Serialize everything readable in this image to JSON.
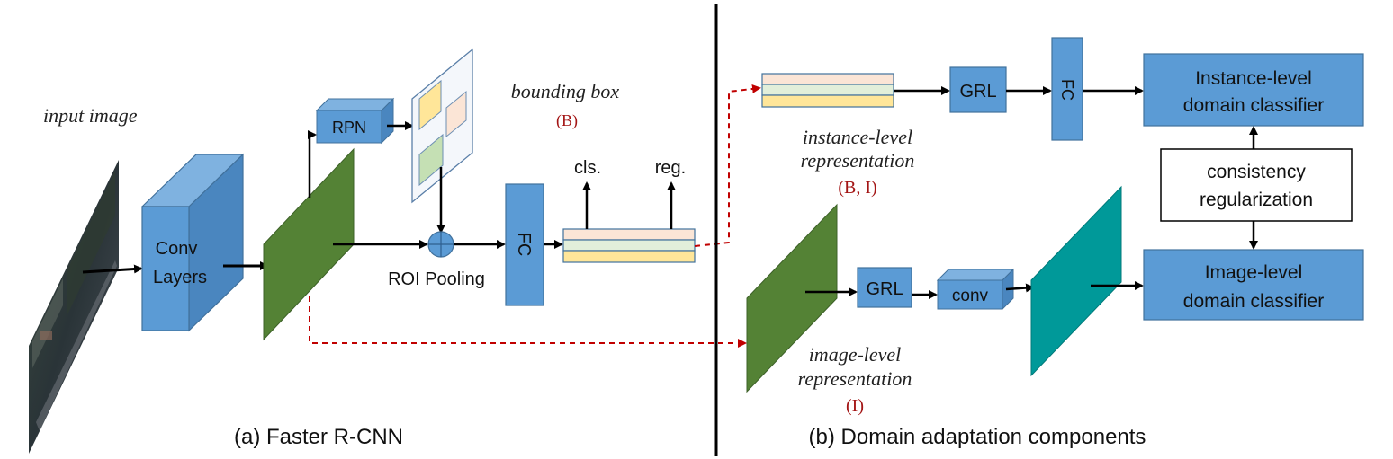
{
  "colors": {
    "block_blue": "#5b9bd5",
    "block_blue_top": "#7fb2e0",
    "block_blue_side": "#4a86bf",
    "block_border": "#41719c",
    "feature_green": "#548235",
    "feature_teal": "#009999",
    "dashed_red": "#c00000",
    "label_red": "#a31515",
    "stripe_pink": "#fbe5d6",
    "stripe_green": "#e2efda",
    "stripe_yellow": "#ffe699",
    "roi_yellow": "#ffe699",
    "roi_pink": "#fbe5d6",
    "roi_green": "#c5e0b4"
  },
  "faster_rcnn": {
    "input_label": "input image",
    "conv_line1": "Conv",
    "conv_line2": "Layers",
    "rpn_label": "RPN",
    "bbox_label": "bounding box",
    "bbox_tag": "(B)",
    "roi_pooling_label": "ROI Pooling",
    "fc_label": "FC",
    "cls_label": "cls.",
    "reg_label": "reg.",
    "caption": "(a) Faster R-CNN"
  },
  "domain_adaptation": {
    "top_grl_label": "GRL",
    "top_fc_label": "FC",
    "instance_classifier_line1": "Instance-level",
    "instance_classifier_line2": "domain classifier",
    "instance_repr_line1": "instance-level",
    "instance_repr_line2": "representation",
    "instance_repr_tag": "(B, I)",
    "consistency_line1": "consistency",
    "consistency_line2": "regularization",
    "bottom_grl_label": "GRL",
    "conv_label": "conv",
    "image_classifier_line1": "Image-level",
    "image_classifier_line2": "domain classifier",
    "image_repr_line1": "image-level",
    "image_repr_line2": "representation",
    "image_repr_tag": "(I)",
    "caption": "(b) Domain adaptation components"
  }
}
